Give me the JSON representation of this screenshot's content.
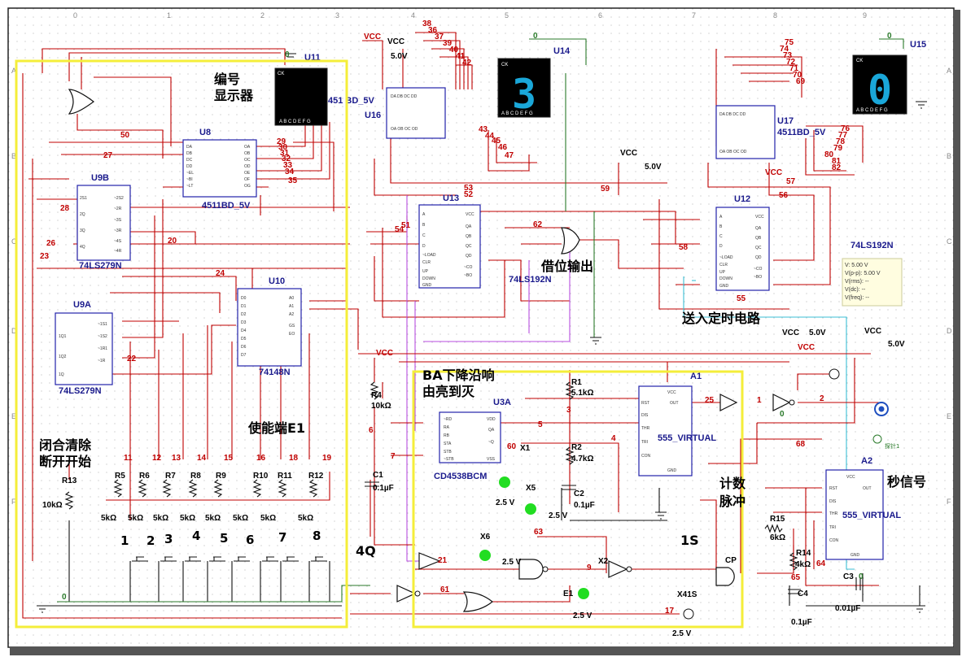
{
  "grid_cols": [
    "0",
    "1",
    "2",
    "3",
    "4",
    "5",
    "6",
    "7",
    "8",
    "9"
  ],
  "grid_rows": [
    "A",
    "B",
    "C",
    "D",
    "E",
    "F"
  ],
  "annotations": {
    "id_display": "编号\n显示器",
    "borrow_output": "借位输出",
    "send_timer": "送入定时电路",
    "ba_falling": "BA下降沿响\n由亮到灭",
    "enable": "使能端E1",
    "clear_start": "闭合清除\n断开开始",
    "count_pulse": "计数\n脉冲",
    "second_signal": "秒信号",
    "one_s": "1S",
    "four_q": "4Q"
  },
  "chips": {
    "u11": "U11",
    "u8": "U8",
    "u8_type": "4511BD_5V",
    "u9b": "U9B",
    "u9b_type": "74LS279N",
    "u9a": "U9A",
    "u9a_type": "74LS279N",
    "u10": "U10",
    "u10_type": "74148N",
    "u16": "U16",
    "u16_type": "4511BD_5V",
    "u16_frag": "451 BD_5V",
    "u14": "U14",
    "u13": "U13",
    "u13_type": "74LS192N",
    "u15": "U15",
    "u17": "U17",
    "u17_type": "4511BD_5V",
    "u12": "U12",
    "u12_type": "74LS192N",
    "u3a": "U3A",
    "u3a_type": "CD4538BCM",
    "a1": "A1",
    "a1_type": "555_VIRTUAL",
    "a2": "A2",
    "a2_type": "555_VIRTUAL"
  },
  "displays": {
    "u14_digit": "3",
    "u15_digit": "0"
  },
  "components": {
    "r1": "R1",
    "r1_val": "5.1kΩ",
    "r2": "R2",
    "r2_val": "4.7kΩ",
    "r4": "R4",
    "r4_val": "10kΩ",
    "r13": "R13",
    "r13_val": "10kΩ",
    "r14": "R14",
    "r14_val": "4kΩ",
    "r15": "R15",
    "r15_val": "6kΩ",
    "c1": "C1",
    "c1_val": "0.1µF",
    "c2": "C2",
    "c2_val": "0.1µF",
    "c3": "C3",
    "c3_val": "0.01µF",
    "c4": "C4",
    "c4_val": "0.1µF",
    "x1": "X1",
    "x2": "X2",
    "x5": "X5",
    "x6": "X6",
    "x41s": "X41S",
    "e1": "E1",
    "cp": "CP",
    "probe": "探针1"
  },
  "resistor_row": {
    "names": [
      "R5",
      "R6",
      "R7",
      "R8",
      "R9",
      "R10",
      "R11",
      "R12"
    ],
    "value": "5kΩ"
  },
  "switch_numbers": [
    "1",
    "2",
    "3",
    "4",
    "5",
    "6",
    "7",
    "8"
  ],
  "supply": {
    "vcc": "VCC",
    "v5": "5.0V",
    "v5b": "5.0V",
    "v5c": "5.0V",
    "v5d": "5.0V",
    "v25": "2.5 V",
    "v25b": "2.5 V",
    "v25c": "2.5 V",
    "v25d": "2.5 V",
    "v25e": "2.5 V"
  },
  "probe_box": {
    "line1": "V: 5.00 V",
    "line2": "V(p-p): 5.00 V",
    "line3": "V(rms): --",
    "line4": "V(dc): --",
    "line5": "V(freq): --"
  },
  "net_labels": {
    "n0a": "0",
    "n0b": "0",
    "n0c": "0",
    "n0d": "0",
    "n0e": "0",
    "n0f": "0",
    "n1": "1",
    "n2": "2",
    "n3": "3",
    "n4": "4",
    "n5": "5",
    "n6": "6",
    "n7": "7",
    "n9": "9",
    "n11": "11",
    "n12": "12",
    "n13": "13",
    "n14": "14",
    "n15": "15",
    "n16": "16",
    "n17": "17",
    "n18": "18",
    "n19": "19",
    "n20": "20",
    "n21": "21",
    "n22": "22",
    "n23": "23",
    "n24": "24",
    "n25": "25",
    "n26": "26",
    "n27": "27",
    "n28": "28",
    "n29": "29",
    "n30": "30",
    "n31": "31",
    "n32": "32",
    "n33": "33",
    "n34": "34",
    "n35": "35",
    "n36": "36",
    "n37": "37",
    "n38": "38",
    "n39": "39",
    "n40": "40",
    "n41": "41",
    "n42": "42",
    "n43": "43",
    "n44": "44",
    "n45": "45",
    "n46": "46",
    "n47": "47",
    "n50": "50",
    "n51": "51",
    "n52": "52",
    "n53": "53",
    "n54": "54",
    "n55": "55",
    "n56": "56",
    "n57": "57",
    "n58": "58",
    "n59": "59",
    "n60": "60",
    "n61": "61",
    "n62": "62",
    "n63": "63",
    "n64": "64",
    "n65": "65",
    "n68": "68",
    "n69": "69",
    "n70": "70",
    "n71": "71",
    "n72": "72",
    "n73": "73",
    "n74": "74",
    "n75": "75",
    "n76": "76",
    "n77": "77",
    "n78": "78",
    "n79": "79",
    "n80": "80",
    "n81": "81",
    "n82": "82"
  }
}
